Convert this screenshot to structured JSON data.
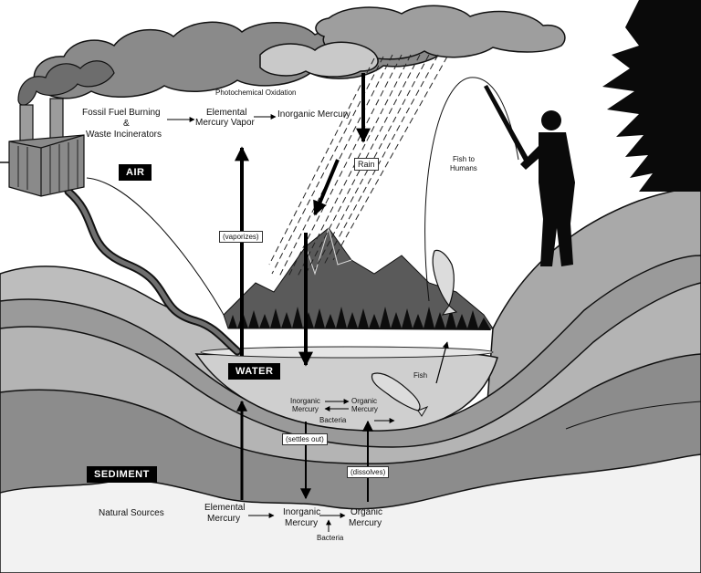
{
  "labels": {
    "photochemical": "Photochemical Oxidation",
    "fossil_line1": "Fossil Fuel Burning",
    "fossil_amp": "&",
    "fossil_line2": "Waste Incinerators",
    "elemental_vapor_1": "Elemental",
    "elemental_vapor_2": "Mercury Vapor",
    "inorganic_air": "Inorganic Mercury",
    "rain": "Rain",
    "fish_humans_1": "Fish to",
    "fish_humans_2": "Humans",
    "vaporizes": "(vaporizes)",
    "fish": "Fish",
    "water_inorganic_1": "Inorganic",
    "water_inorganic_2": "Mercury",
    "water_organic_1": "Organic",
    "water_organic_2": "Mercury",
    "bacteria_water": "Bacteria",
    "settles_out": "(settles out)",
    "dissolves": "(dissolves)",
    "natural_sources": "Natural Sources",
    "sed_elemental_1": "Elemental",
    "sed_elemental_2": "Mercury",
    "sed_inorganic_1": "Inorganic",
    "sed_inorganic_2": "Mercury",
    "sed_organic_1": "Organic",
    "sed_organic_2": "Mercury",
    "bacteria_sed": "Bacteria"
  },
  "zones": {
    "air": "AIR",
    "water": "WATER",
    "sediment": "SEDIMENT"
  }
}
